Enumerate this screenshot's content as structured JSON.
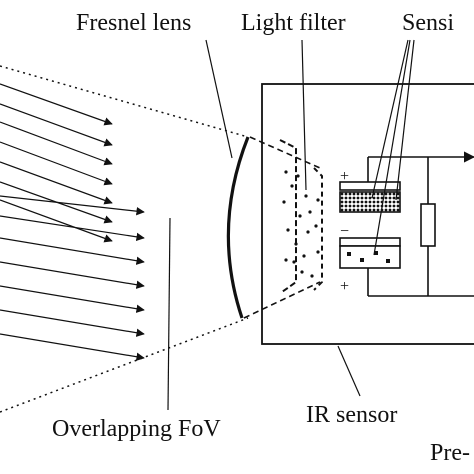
{
  "labels": {
    "fresnel_lens": "Fresnel lens",
    "light_filter": "Light filter",
    "sensing": "Sensi",
    "overlapping_fov": "Overlapping FoV",
    "ir_sensor": "IR sensor",
    "pre": "Pre-"
  },
  "polarity": {
    "plus": "+",
    "minus": "−"
  },
  "colors": {
    "ink": "#111111",
    "background": "#ffffff"
  }
}
